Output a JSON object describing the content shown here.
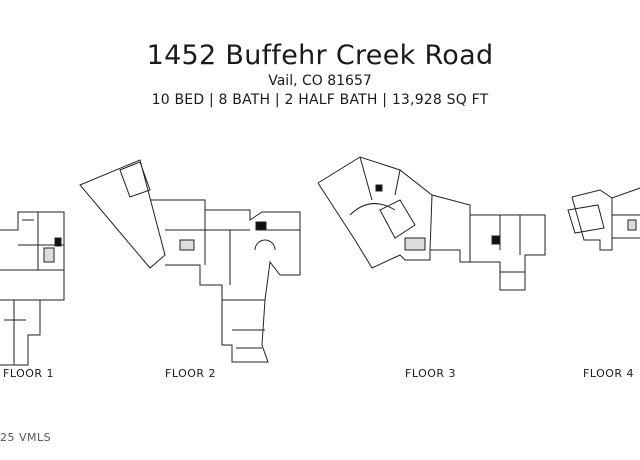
{
  "listing": {
    "address": "1452 Buffehr Creek Road",
    "city_line": "Vail, CO 81657",
    "specs_line": "10 BED | 8 BATH | 2 HALF BATH | 13,928 SQ FT"
  },
  "floors": [
    {
      "label": "FLOOR 1"
    },
    {
      "label": "FLOOR 2"
    },
    {
      "label": "FLOOR 3"
    },
    {
      "label": "FLOOR 4"
    }
  ],
  "copyright": "25 VMLS"
}
